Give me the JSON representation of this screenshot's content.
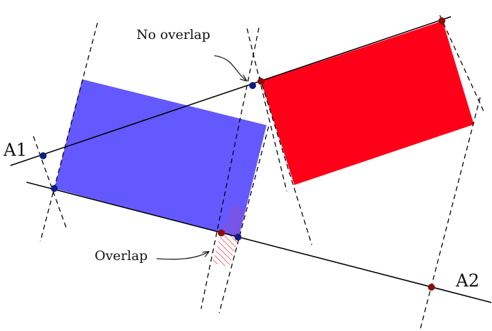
{
  "labels": {
    "axis_1": "A1",
    "axis_2": "A2",
    "no_overlap": "No overlap",
    "overlap": "Overlap"
  },
  "colors": {
    "box_a": "#6459ff",
    "box_b": "#ff0019",
    "point_blue": "#0c1f80",
    "point_red": "#8a0c0c",
    "overlap_hatch": "#ff3040",
    "lines": "#000000",
    "background": "#ffffff"
  },
  "shapes": {
    "box_a": "blue rectangle",
    "box_b": "red rectangle"
  },
  "markers": {
    "overlap_region": "red hatched segment on axis A2",
    "projection_lines": "dashed perpendiculars to the axes"
  }
}
